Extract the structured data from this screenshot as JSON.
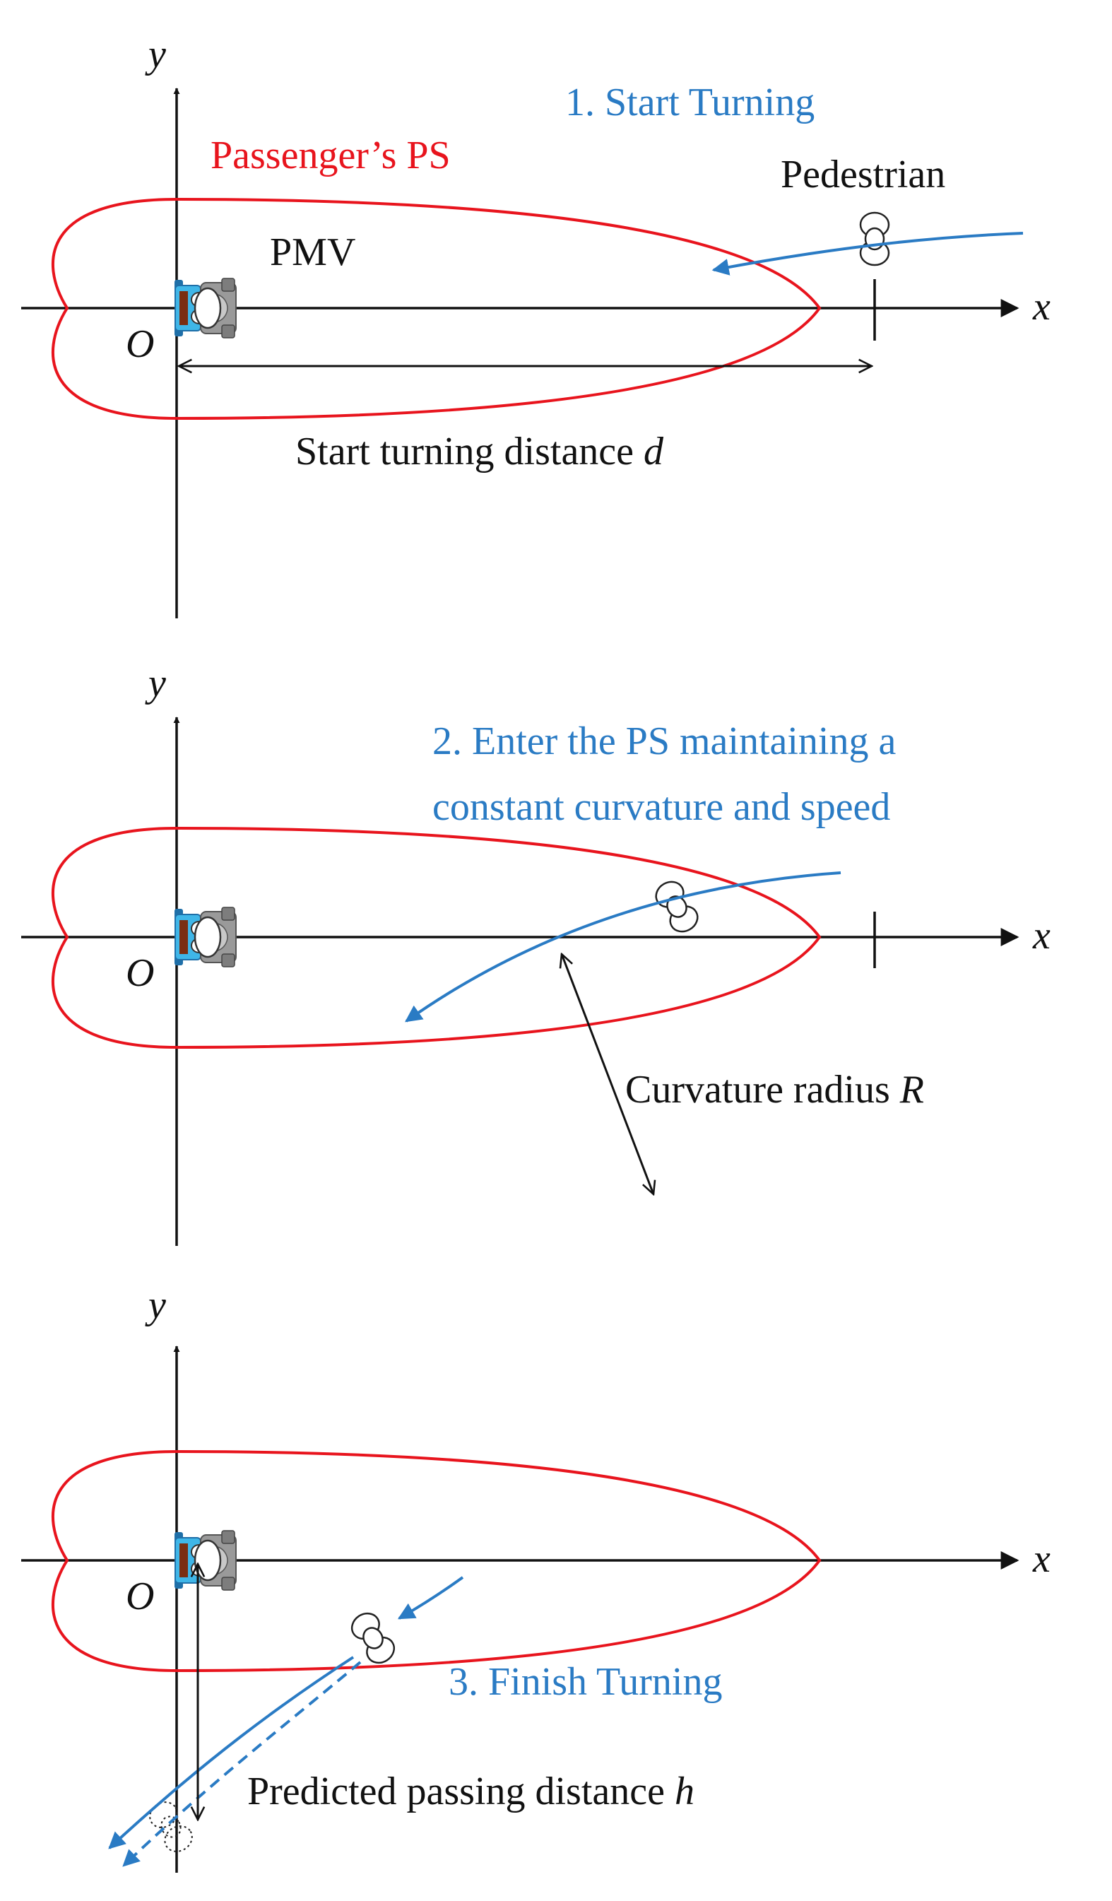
{
  "colors": {
    "personal_space": "#e8141d",
    "trajectory": "#2a7bc4",
    "axis": "#111111",
    "pmv_body": "#3fb6e8",
    "pmv_seat": "#7a2e12",
    "pmv_wheel": "#7d7d7d"
  },
  "panels": [
    {
      "axis_y": "y",
      "axis_x": "x",
      "origin": "O",
      "step": "1. Start Turning",
      "ps_label": "Passenger’s PS",
      "pedestrian_label": "Pedestrian",
      "pmv_label": "PMV",
      "measure_text": "Start turning distance ",
      "measure_var": "d"
    },
    {
      "axis_y": "y",
      "axis_x": "x",
      "origin": "O",
      "step_line1": "2. Enter the PS maintaining a",
      "step_line2": "constant curvature and speed",
      "measure_text": "Curvature radius ",
      "measure_var": "R"
    },
    {
      "axis_y": "y",
      "axis_x": "x",
      "origin": "O",
      "step": "3. Finish Turning",
      "measure_text": "Predicted passing distance ",
      "measure_var": "h"
    }
  ]
}
